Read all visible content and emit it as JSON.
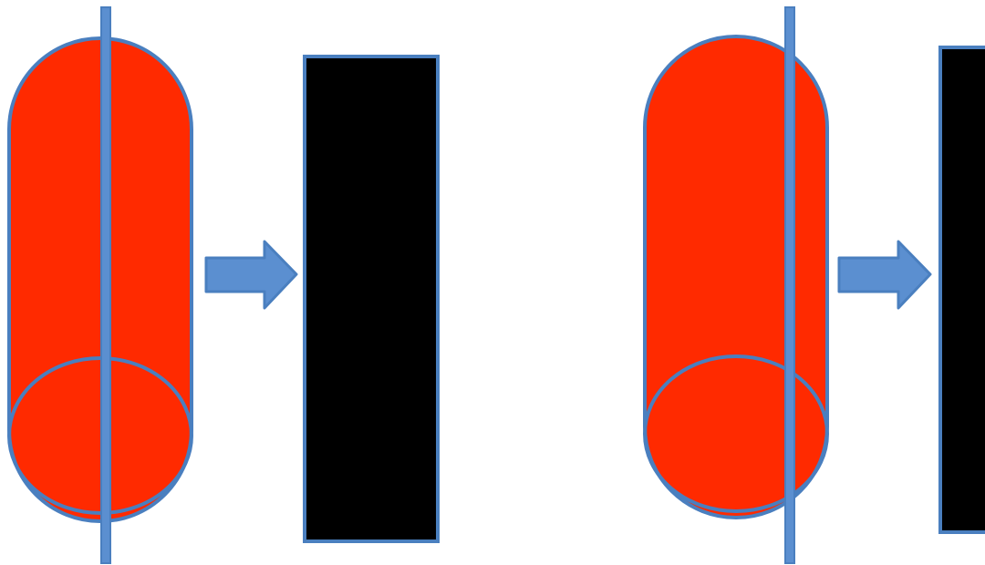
{
  "colors": {
    "background": "#ffffff",
    "capsule_fill": "#ff2a00",
    "outline_blue": "#4a7fbf",
    "arrow_fill": "#5b8fd0",
    "rect_fill": "#000000"
  },
  "diagrams": [
    {
      "id": "left",
      "shapes": [
        "capsule",
        "axis-line",
        "ellipse",
        "arrow",
        "rectangle"
      ]
    },
    {
      "id": "right",
      "shapes": [
        "capsule",
        "axis-line",
        "ellipse",
        "arrow",
        "rectangle"
      ]
    }
  ]
}
